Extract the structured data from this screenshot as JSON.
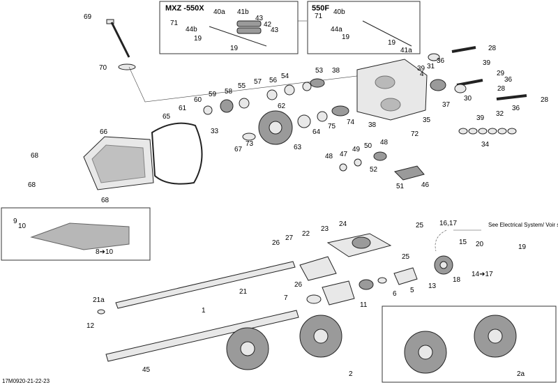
{
  "insets": {
    "mxz": {
      "title": "MXZ -550X",
      "labels": [
        "71",
        "40a",
        "41b",
        "43",
        "42",
        "43",
        "44b",
        "19",
        "19"
      ]
    },
    "f550": {
      "title": "550F",
      "labels": [
        "71",
        "40b",
        "44a",
        "19",
        "19",
        "41a"
      ]
    },
    "track": {
      "labels": [
        "9",
        "10",
        "8➔10"
      ]
    },
    "sprocket2a": {
      "labels": [
        "2a"
      ]
    }
  },
  "labels": {
    "p69": "69",
    "p70": "70",
    "p66": "66",
    "p68a": "68",
    "p68b": "68",
    "p68c": "68",
    "p65": "65",
    "p61": "61",
    "p60": "60",
    "p59": "59",
    "p58": "58",
    "p55": "55",
    "p57": "57",
    "p56": "56",
    "p54": "54",
    "p53": "53",
    "p62": "62",
    "p33": "33",
    "p67": "67",
    "p73": "73",
    "p63": "63",
    "p64": "64",
    "p75": "75",
    "p74": "74",
    "p38a": "38",
    "p38b": "38",
    "p72": "72",
    "p35": "35",
    "p48a": "48",
    "p48b": "48",
    "p47": "47",
    "p49": "49",
    "p50": "50",
    "p52": "52",
    "p51": "51",
    "p46": "46",
    "p39a": "39",
    "p31": "31",
    "p36a": "36",
    "p28a": "28",
    "p4": "4",
    "p39b": "39",
    "p29": "29",
    "p36b": "36",
    "p28b": "28",
    "p30": "30",
    "p28c": "28",
    "p37": "37",
    "p32": "32",
    "p36c": "36",
    "p39c": "39",
    "p34": "34",
    "p24": "24",
    "p25a": "25",
    "p23": "23",
    "p22": "22",
    "p27": "27",
    "p26a": "26",
    "p26b": "26",
    "p25b": "25",
    "p21": "21",
    "p21a": "21a",
    "p12": "12",
    "p7": "7",
    "p11": "11",
    "p6": "6",
    "p5": "5",
    "p13": "13",
    "p18": "18",
    "p1617": "16,17",
    "p15": "15",
    "p20": "20",
    "p19": "19",
    "p14": "14➔17",
    "p1": "1",
    "p45": "45",
    "p2": "2"
  },
  "callout": "See Electrical System/ Voir système électrique",
  "reference": "17M0920-21-22-23"
}
